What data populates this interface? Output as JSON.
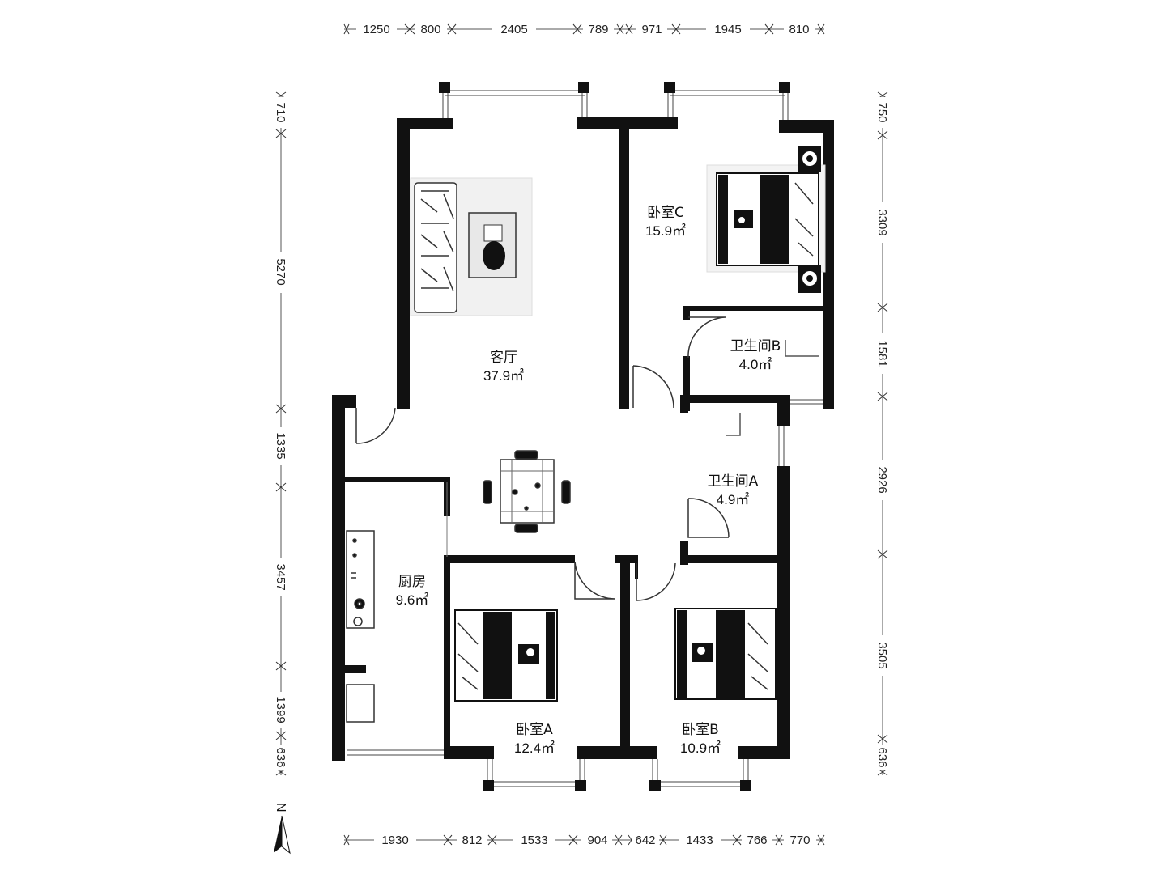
{
  "rooms": {
    "living": {
      "name": "客厅",
      "area": "37.9㎡"
    },
    "bedroom_c": {
      "name": "卧室C",
      "area": "15.9㎡"
    },
    "bath_b": {
      "name": "卫生间B",
      "area": "4.0㎡"
    },
    "bath_a": {
      "name": "卫生间A",
      "area": "4.9㎡"
    },
    "kitchen": {
      "name": "厨房",
      "area": "9.6㎡"
    },
    "bedroom_a": {
      "name": "卧室A",
      "area": "12.4㎡"
    },
    "bedroom_b": {
      "name": "卧室B",
      "area": "10.9㎡"
    }
  },
  "dimensions": {
    "top": [
      "1250",
      "800",
      "2405",
      "789",
      "971",
      "1945",
      "810"
    ],
    "bottom": [
      "1930",
      "812",
      "1533",
      "904",
      "642",
      "1433",
      "766",
      "770"
    ],
    "left": [
      "710",
      "5270",
      "1335",
      "3457",
      "1399",
      "636"
    ],
    "right": [
      "750",
      "3309",
      "1581",
      "2926",
      "3505",
      "636"
    ]
  },
  "compass": {
    "label": "N"
  },
  "colors": {
    "wall": "#111111",
    "fixture": "#555555",
    "dimension": "#333333"
  }
}
